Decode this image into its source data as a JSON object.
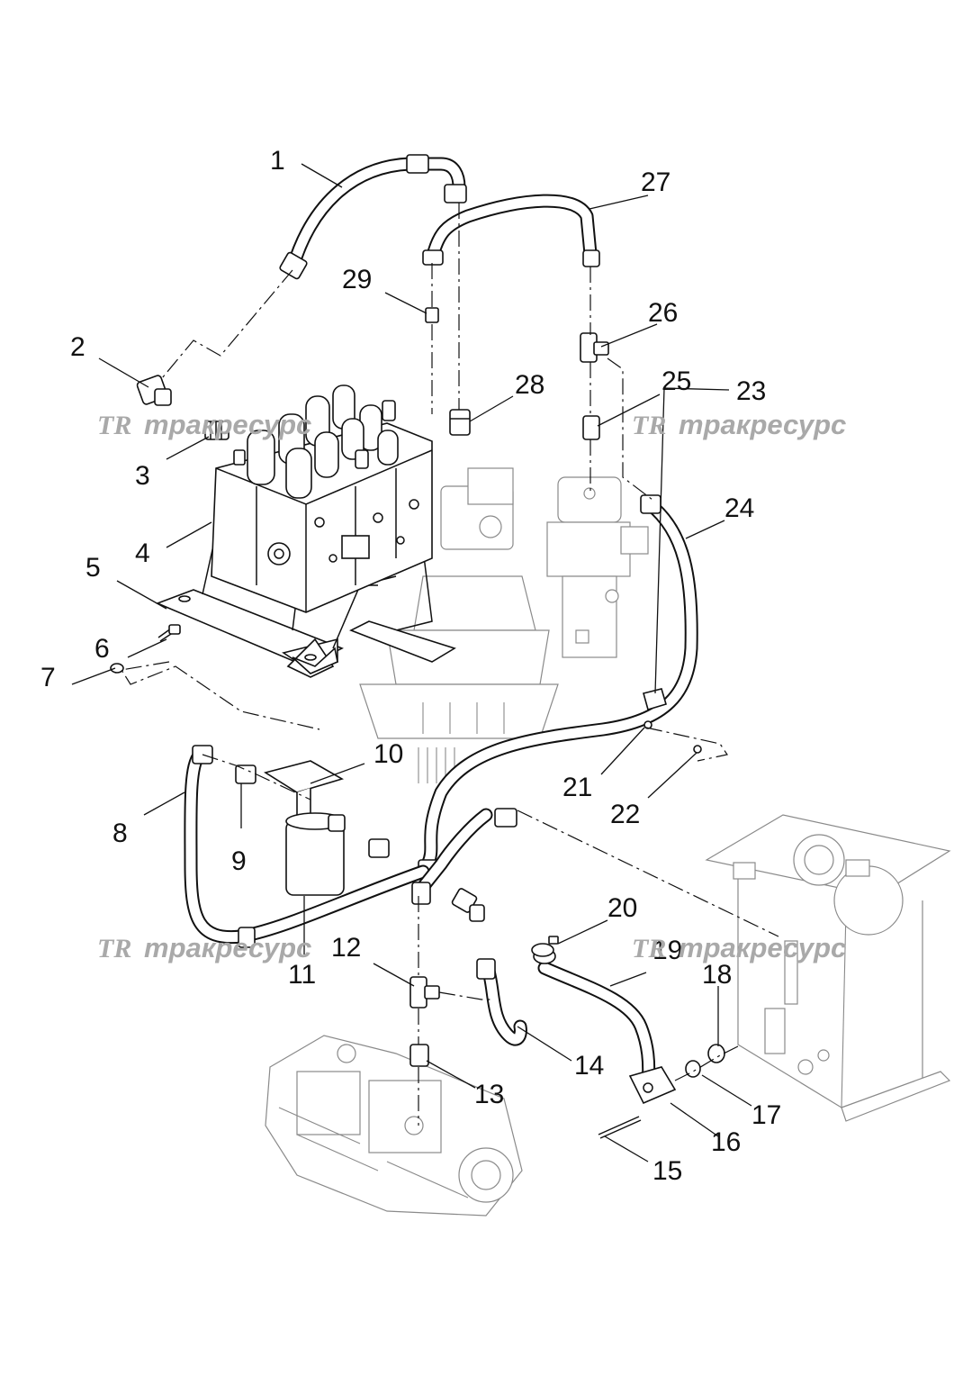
{
  "watermark": {
    "logo": "TR",
    "text": "тракресурс"
  },
  "callouts": [
    {
      "id": "1",
      "label": "1"
    },
    {
      "id": "2",
      "label": "2"
    },
    {
      "id": "3",
      "label": "3"
    },
    {
      "id": "4",
      "label": "4"
    },
    {
      "id": "5",
      "label": "5"
    },
    {
      "id": "6",
      "label": "6"
    },
    {
      "id": "7",
      "label": "7"
    },
    {
      "id": "8",
      "label": "8"
    },
    {
      "id": "9",
      "label": "9"
    },
    {
      "id": "10",
      "label": "10"
    },
    {
      "id": "11",
      "label": "11"
    },
    {
      "id": "12",
      "label": "12"
    },
    {
      "id": "13",
      "label": "13"
    },
    {
      "id": "14",
      "label": "14"
    },
    {
      "id": "15",
      "label": "15"
    },
    {
      "id": "16",
      "label": "16"
    },
    {
      "id": "17",
      "label": "17"
    },
    {
      "id": "18",
      "label": "18"
    },
    {
      "id": "19",
      "label": "19"
    },
    {
      "id": "20",
      "label": "20"
    },
    {
      "id": "21",
      "label": "21"
    },
    {
      "id": "22",
      "label": "22"
    },
    {
      "id": "23",
      "label": "23"
    },
    {
      "id": "24",
      "label": "24"
    },
    {
      "id": "25",
      "label": "25"
    },
    {
      "id": "26",
      "label": "26"
    },
    {
      "id": "27",
      "label": "27"
    },
    {
      "id": "28",
      "label": "28"
    },
    {
      "id": "29",
      "label": "29"
    }
  ],
  "colors": {
    "ink": "#111111",
    "ghost": "#8a8a8a",
    "watermark": "#a9a9a9",
    "background": "#ffffff"
  }
}
